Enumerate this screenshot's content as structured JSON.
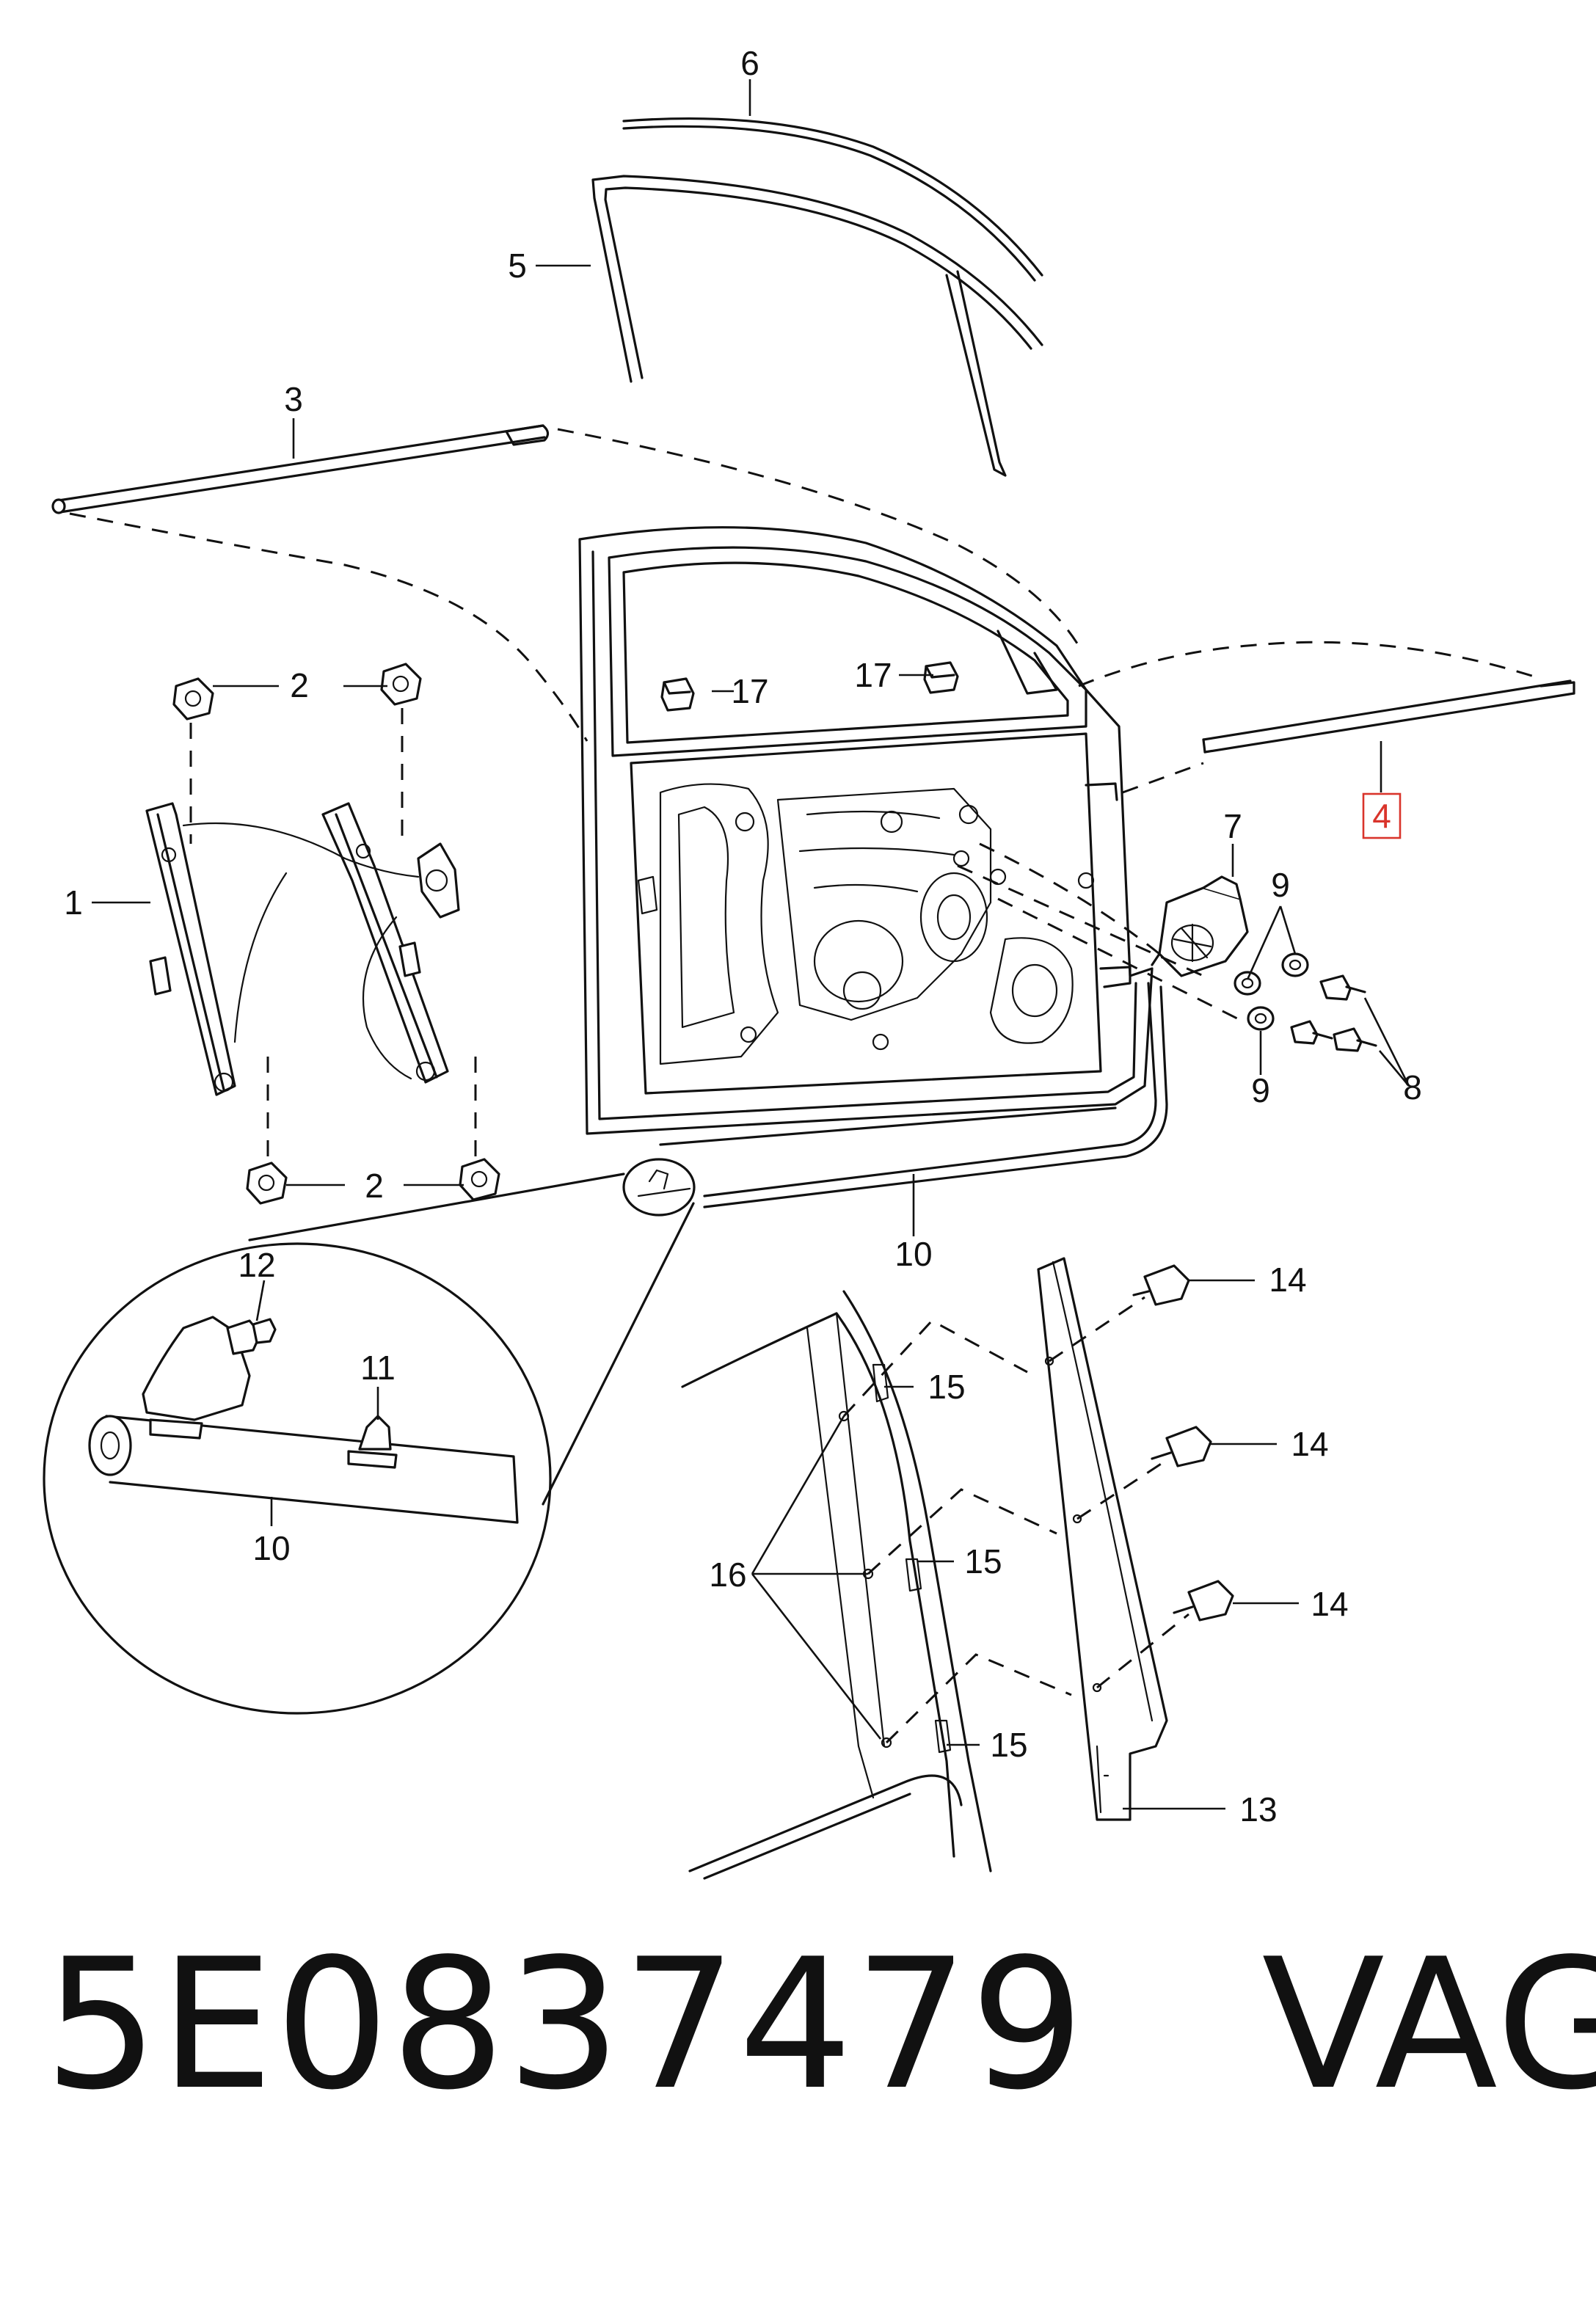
{
  "callouts": {
    "c1": "1",
    "c2a": "2",
    "c2b": "2",
    "c3": "3",
    "c4": "4",
    "c5": "5",
    "c6": "6",
    "c7": "7",
    "c8": "8",
    "c9a": "9",
    "c9b": "9",
    "c10a": "10",
    "c10b": "10",
    "c11": "11",
    "c12": "12",
    "c13": "13",
    "c14a": "14",
    "c14b": "14",
    "c14c": "14",
    "c15a": "15",
    "c15b": "15",
    "c15c": "15",
    "c16": "16",
    "c17a": "17",
    "c17b": "17"
  },
  "highlight": {
    "part": "4",
    "color": "#d9342b"
  },
  "footer": {
    "part_number": "5E0837479",
    "brand": "VAG"
  }
}
